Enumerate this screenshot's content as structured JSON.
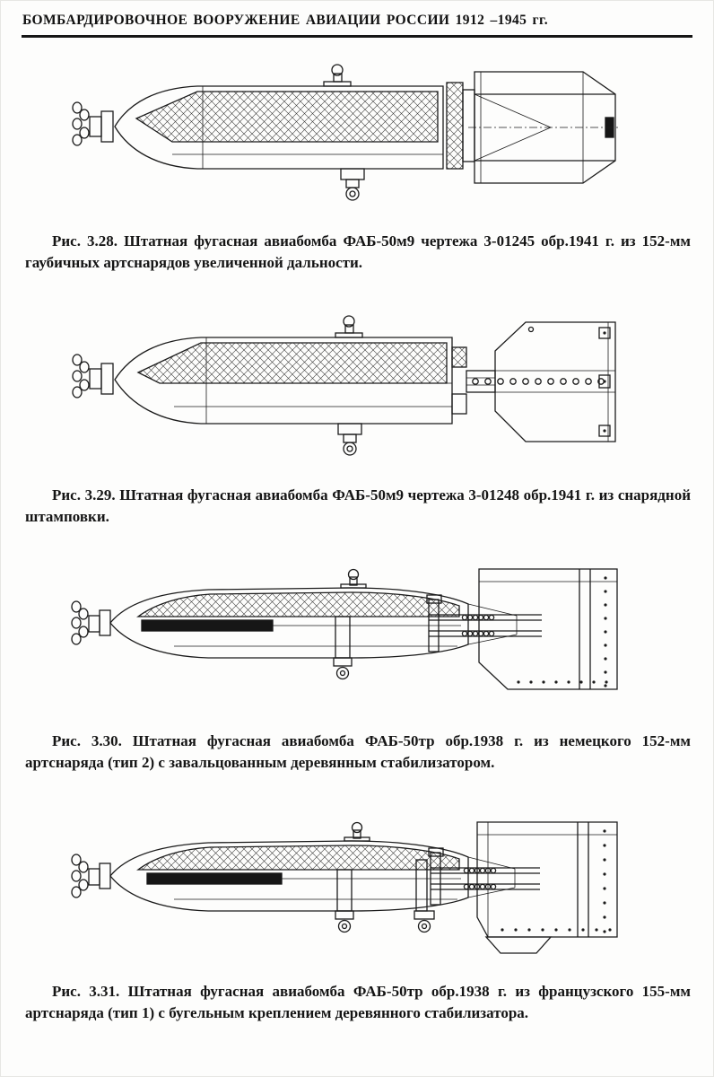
{
  "header": {
    "title": "БОМБАРДИРОВОЧНОЕ ВООРУЖЕНИЕ АВИАЦИИ РОССИИ 1912 –1945 гг."
  },
  "figures": [
    {
      "caption": "Рис. 3.28. Штатная фугасная авиабомба ФАБ-50м9 чертежа 3-01245 обр.1941 г. из 152-мм гаубичных артснарядов увеличенной дальности."
    },
    {
      "caption": "Рис. 3.29. Штатная фугасная авиабомба ФАБ-50м9 чертежа 3-01248 обр.1941 г. из снарядной штамповки."
    },
    {
      "caption": "Рис. 3.30. Штатная фугасная авиабомба ФАБ-50тр обр.1938 г. из немецкого 152-мм артснаряда (тип 2) с завальцованным деревянным стабилизатором."
    },
    {
      "caption": "Рис. 3.31. Штатная фугасная авиабомба ФАБ-50тр обр.1938 г. из французского 155-мм артснаряда (тип 1) с бугельным креплением деревянного стабилизатора."
    }
  ],
  "colors": {
    "ink": "#1b1b1b",
    "paper": "#fdfdfc"
  }
}
